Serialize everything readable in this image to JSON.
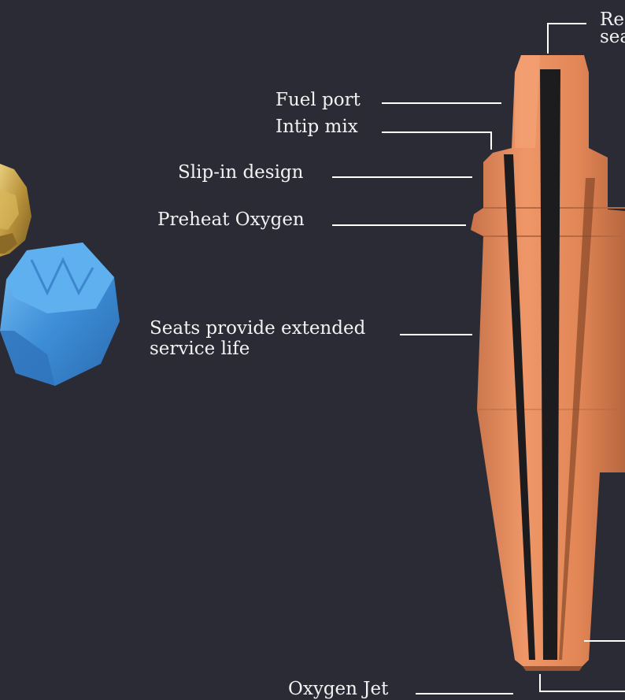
{
  "labels": {
    "top_right": "Re\nsea",
    "fuel_port": "Fuel port",
    "intip_mix": "Intip mix",
    "slip_in": "Slip-in design",
    "preheat": "Preheat Oxygen",
    "seats_line1": "Seats provide extended",
    "seats_line2": "service life",
    "oxygen_jet": "Oxygen Jet"
  },
  "icons": [
    "brass-nut-icon",
    "blue-nut-icon",
    "cutting-tip-illustration"
  ],
  "colors": {
    "background": "#2b2b35",
    "copper": "#e0855a",
    "copper_shadow": "#a8562f",
    "bore": "#1c1c1f",
    "brass": "#c7a245",
    "blue": "#4a9fe0",
    "line": "#ffffff"
  }
}
